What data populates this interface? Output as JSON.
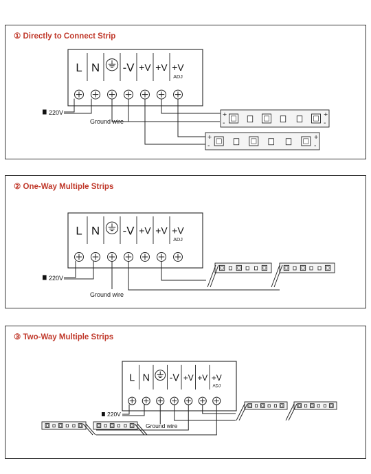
{
  "panels": [
    {
      "title": "① Directly to Connect Strip"
    },
    {
      "title": "② One-Way Multiple Strips"
    },
    {
      "title": "③ Two-Way Multiple Strips"
    }
  ],
  "terminals": [
    "L",
    "N",
    "-V",
    "-V",
    "+V",
    "+V",
    "+V"
  ],
  "adj_label": "ADJ",
  "ground_symbol": "earth-ground-icon",
  "voltage_label": "220V",
  "ground_wire_label": "Ground wire",
  "strip_polarity": {
    "plus": "+",
    "minus": "-"
  },
  "colors": {
    "title": "#c0392b",
    "line": "#222222",
    "strip_fill": "#f4f4f4"
  }
}
